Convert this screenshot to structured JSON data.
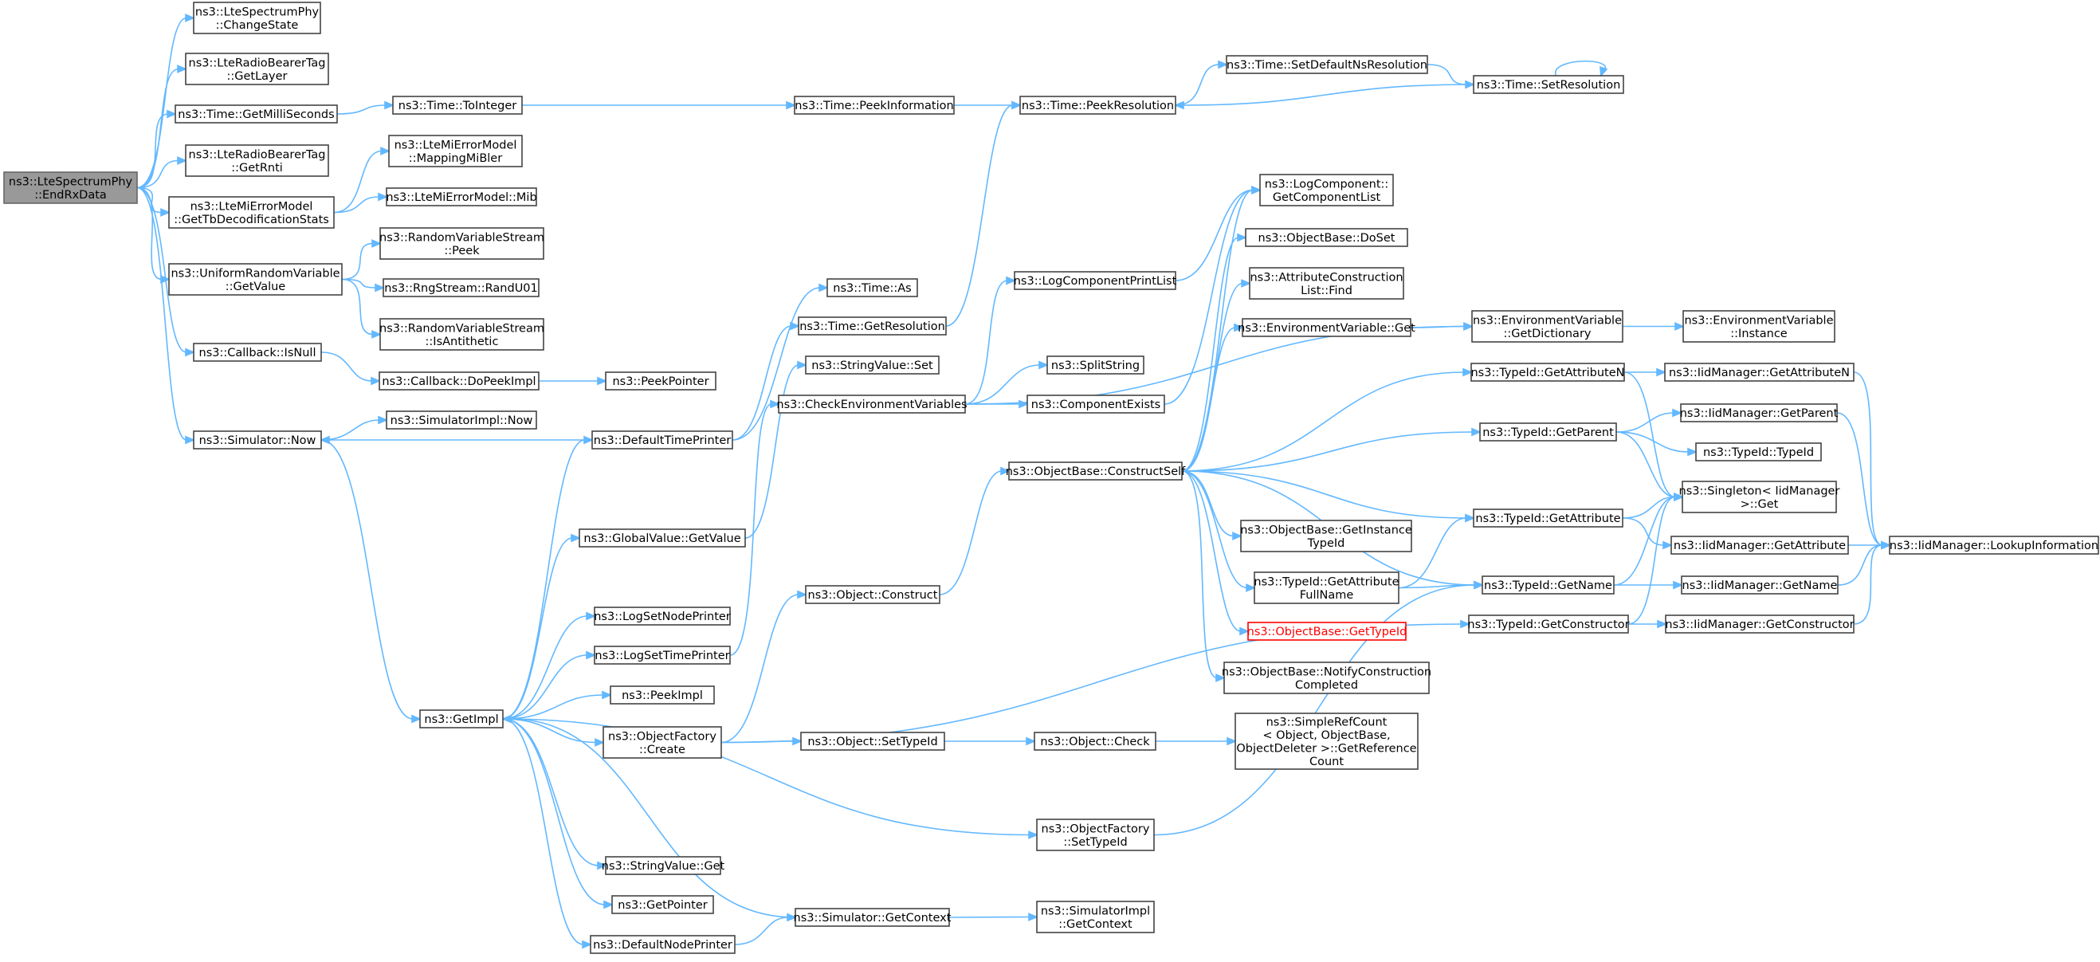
{
  "nodes": {
    "root": {
      "lines": [
        "ns3::LteSpectrumPhy",
        "::EndRxData"
      ],
      "style": "root"
    },
    "changeState": {
      "lines": [
        "ns3::LteSpectrumPhy",
        "::ChangeState"
      ]
    },
    "getLayer": {
      "lines": [
        "ns3::LteRadioBearerTag",
        "::GetLayer"
      ]
    },
    "getMilli": {
      "lines": [
        "ns3::Time::GetMilliSeconds"
      ]
    },
    "getRnti": {
      "lines": [
        "ns3::LteRadioBearerTag",
        "::GetRnti"
      ]
    },
    "getTbDecod": {
      "lines": [
        "ns3::LteMiErrorModel",
        "::GetTbDecodificationStats"
      ]
    },
    "uniformGetValue": {
      "lines": [
        "ns3::UniformRandomVariable",
        "::GetValue"
      ]
    },
    "cbIsNull": {
      "lines": [
        "ns3::Callback::IsNull"
      ]
    },
    "simNow": {
      "lines": [
        "ns3::Simulator::Now"
      ]
    },
    "toInteger": {
      "lines": [
        "ns3::Time::ToInteger"
      ]
    },
    "mappingMiBler": {
      "lines": [
        "ns3::LteMiErrorModel",
        "::MappingMiBler"
      ]
    },
    "mib": {
      "lines": [
        "ns3::LteMiErrorModel::Mib"
      ]
    },
    "rvsPeek": {
      "lines": [
        "ns3::RandomVariableStream",
        "::Peek"
      ]
    },
    "randU01": {
      "lines": [
        "ns3::RngStream::RandU01"
      ]
    },
    "isAntithetic": {
      "lines": [
        "ns3::RandomVariableStream",
        "::IsAntithetic"
      ]
    },
    "doPeekImpl": {
      "lines": [
        "ns3::Callback::DoPeekImpl"
      ]
    },
    "simImplNow": {
      "lines": [
        "ns3::SimulatorImpl::Now"
      ]
    },
    "getImpl": {
      "lines": [
        "ns3::GetImpl"
      ]
    },
    "peekPointer": {
      "lines": [
        "ns3::PeekPointer"
      ]
    },
    "timeAs": {
      "lines": [
        "ns3::Time::As"
      ]
    },
    "timeGetRes": {
      "lines": [
        "ns3::Time::GetResolution"
      ]
    },
    "strValSet": {
      "lines": [
        "ns3::StringValue::Set"
      ]
    },
    "checkEnv": {
      "lines": [
        "ns3::CheckEnvironmentVariables"
      ]
    },
    "defaultTimePrinter": {
      "lines": [
        "ns3::DefaultTimePrinter"
      ]
    },
    "globalGetValue": {
      "lines": [
        "ns3::GlobalValue::GetValue"
      ]
    },
    "logSetNodePrinter": {
      "lines": [
        "ns3::LogSetNodePrinter"
      ]
    },
    "logSetTimePrinter": {
      "lines": [
        "ns3::LogSetTimePrinter"
      ]
    },
    "peekImpl": {
      "lines": [
        "ns3::PeekImpl"
      ]
    },
    "objFactoryCreate": {
      "lines": [
        "ns3::ObjectFactory",
        "::Create"
      ]
    },
    "strValGet": {
      "lines": [
        "ns3::StringValue::Get"
      ]
    },
    "getPointer": {
      "lines": [
        "ns3::GetPointer"
      ]
    },
    "defaultNodePrinter": {
      "lines": [
        "ns3::DefaultNodePrinter"
      ]
    },
    "peekInformation": {
      "lines": [
        "ns3::Time::PeekInformation"
      ]
    },
    "objConstruct": {
      "lines": [
        "ns3::Object::Construct"
      ]
    },
    "objSetTypeId": {
      "lines": [
        "ns3::Object::SetTypeId"
      ]
    },
    "simGetContext": {
      "lines": [
        "ns3::Simulator::GetContext"
      ]
    },
    "peekResolution": {
      "lines": [
        "ns3::Time::PeekResolution"
      ]
    },
    "logCompPrintList": {
      "lines": [
        "ns3::LogComponentPrintList"
      ]
    },
    "splitString": {
      "lines": [
        "ns3::SplitString"
      ]
    },
    "componentExists": {
      "lines": [
        "ns3::ComponentExists"
      ]
    },
    "constructSelf": {
      "lines": [
        "ns3::ObjectBase::ConstructSelf"
      ]
    },
    "objCheck": {
      "lines": [
        "ns3::Object::Check"
      ]
    },
    "ofSetTypeId": {
      "lines": [
        "ns3::ObjectFactory",
        "::SetTypeId"
      ]
    },
    "simImplGetContext": {
      "lines": [
        "ns3::SimulatorImpl",
        "::GetContext"
      ]
    },
    "setDefaultNsRes": {
      "lines": [
        "ns3::Time::SetDefaultNsResolution"
      ]
    },
    "getCompList": {
      "lines": [
        "ns3::LogComponent::",
        "GetComponentList"
      ]
    },
    "doSet": {
      "lines": [
        "ns3::ObjectBase::DoSet"
      ]
    },
    "acFind": {
      "lines": [
        "ns3::AttributeConstruction",
        "List::Find"
      ]
    },
    "envGet": {
      "lines": [
        "ns3::EnvironmentVariable::Get"
      ]
    },
    "getInstanceTypeId": {
      "lines": [
        "ns3::ObjectBase::GetInstance",
        "TypeId"
      ]
    },
    "getAttrFullName": {
      "lines": [
        "ns3::TypeId::GetAttribute",
        "FullName"
      ]
    },
    "obGetTypeId": {
      "lines": [
        "ns3::ObjectBase::GetTypeId"
      ],
      "style": "red"
    },
    "notifyConstruction": {
      "lines": [
        "ns3::ObjectBase::NotifyConstruction",
        "Completed"
      ]
    },
    "simpleRefCount": {
      "lines": [
        "ns3::SimpleRefCount",
        "< Object, ObjectBase,",
        "ObjectDeleter >::GetReference",
        "Count"
      ]
    },
    "setResolution": {
      "lines": [
        "ns3::Time::SetResolution"
      ]
    },
    "envGetDict": {
      "lines": [
        "ns3::EnvironmentVariable",
        "::GetDictionary"
      ]
    },
    "tidGetAttrN": {
      "lines": [
        "ns3::TypeId::GetAttributeN"
      ]
    },
    "tidGetParent": {
      "lines": [
        "ns3::TypeId::GetParent"
      ]
    },
    "tidGetAttr": {
      "lines": [
        "ns3::TypeId::GetAttribute"
      ]
    },
    "tidGetName": {
      "lines": [
        "ns3::TypeId::GetName"
      ]
    },
    "tidGetConstructor": {
      "lines": [
        "ns3::TypeId::GetConstructor"
      ]
    },
    "envInstance": {
      "lines": [
        "ns3::EnvironmentVariable",
        "::Instance"
      ]
    },
    "iidGetAttrN": {
      "lines": [
        "ns3::IidManager::GetAttributeN"
      ]
    },
    "iidGetParent": {
      "lines": [
        "ns3::IidManager::GetParent"
      ]
    },
    "tidTypeId": {
      "lines": [
        "ns3::TypeId::TypeId"
      ]
    },
    "singletonGet": {
      "lines": [
        "ns3::Singleton< IidManager",
        ">::Get"
      ]
    },
    "iidGetAttr": {
      "lines": [
        "ns3::IidManager::GetAttribute"
      ]
    },
    "iidGetName": {
      "lines": [
        "ns3::IidManager::GetName"
      ]
    },
    "iidGetConstructor": {
      "lines": [
        "ns3::IidManager::GetConstructor"
      ]
    },
    "lookupInfo": {
      "lines": [
        "ns3::IidManager::LookupInformation"
      ]
    }
  },
  "edges": [
    [
      "root",
      "changeState"
    ],
    [
      "root",
      "getLayer"
    ],
    [
      "root",
      "getMilli"
    ],
    [
      "root",
      "getRnti"
    ],
    [
      "root",
      "getTbDecod"
    ],
    [
      "root",
      "uniformGetValue"
    ],
    [
      "root",
      "cbIsNull"
    ],
    [
      "root",
      "simNow"
    ],
    [
      "getMilli",
      "toInteger"
    ],
    [
      "toInteger",
      "peekInformation"
    ],
    [
      "peekInformation",
      "peekResolution"
    ],
    [
      "peekResolution",
      "setDefaultNsRes"
    ],
    [
      "setDefaultNsRes",
      "setResolution"
    ],
    [
      "setResolution",
      "peekResolution"
    ],
    [
      "setResolution",
      "setResolution"
    ],
    [
      "getTbDecod",
      "mappingMiBler"
    ],
    [
      "getTbDecod",
      "mib"
    ],
    [
      "uniformGetValue",
      "rvsPeek"
    ],
    [
      "uniformGetValue",
      "randU01"
    ],
    [
      "uniformGetValue",
      "isAntithetic"
    ],
    [
      "cbIsNull",
      "doPeekImpl"
    ],
    [
      "doPeekImpl",
      "peekPointer"
    ],
    [
      "simNow",
      "simImplNow"
    ],
    [
      "simNow",
      "getImpl"
    ],
    [
      "defaultTimePrinter",
      "simNow"
    ],
    [
      "defaultTimePrinter",
      "timeAs"
    ],
    [
      "defaultTimePrinter",
      "timeGetRes"
    ],
    [
      "timeGetRes",
      "peekResolution"
    ],
    [
      "getImpl",
      "defaultTimePrinter"
    ],
    [
      "getImpl",
      "globalGetValue"
    ],
    [
      "getImpl",
      "logSetNodePrinter"
    ],
    [
      "getImpl",
      "logSetTimePrinter"
    ],
    [
      "getImpl",
      "peekImpl"
    ],
    [
      "getImpl",
      "objFactoryCreate"
    ],
    [
      "getImpl",
      "ofSetTypeId"
    ],
    [
      "getImpl",
      "strValGet"
    ],
    [
      "getImpl",
      "getPointer"
    ],
    [
      "getImpl",
      "defaultNodePrinter"
    ],
    [
      "globalGetValue",
      "strValSet"
    ],
    [
      "logSetTimePrinter",
      "checkEnv"
    ],
    [
      "checkEnv",
      "logCompPrintList"
    ],
    [
      "checkEnv",
      "splitString"
    ],
    [
      "checkEnv",
      "componentExists"
    ],
    [
      "checkEnv",
      "envGetDict"
    ],
    [
      "logCompPrintList",
      "getCompList"
    ],
    [
      "componentExists",
      "getCompList"
    ],
    [
      "objFactoryCreate",
      "objConstruct"
    ],
    [
      "objFactoryCreate",
      "objSetTypeId"
    ],
    [
      "objFactoryCreate",
      "tidGetConstructor"
    ],
    [
      "objConstruct",
      "constructSelf"
    ],
    [
      "objSetTypeId",
      "objCheck"
    ],
    [
      "objCheck",
      "simpleRefCount"
    ],
    [
      "simGetContext",
      "getImpl"
    ],
    [
      "simGetContext",
      "simImplGetContext"
    ],
    [
      "defaultNodePrinter",
      "simGetContext"
    ],
    [
      "ofSetTypeId",
      "tidGetName"
    ],
    [
      "constructSelf",
      "getCompList"
    ],
    [
      "constructSelf",
      "doSet"
    ],
    [
      "constructSelf",
      "acFind"
    ],
    [
      "constructSelf",
      "envGet"
    ],
    [
      "constructSelf",
      "tidGetAttrN"
    ],
    [
      "constructSelf",
      "tidGetParent"
    ],
    [
      "constructSelf",
      "tidGetAttr"
    ],
    [
      "constructSelf",
      "tidGetName"
    ],
    [
      "constructSelf",
      "getInstanceTypeId"
    ],
    [
      "constructSelf",
      "getAttrFullName"
    ],
    [
      "constructSelf",
      "obGetTypeId"
    ],
    [
      "constructSelf",
      "notifyConstruction"
    ],
    [
      "envGet",
      "envGetDict"
    ],
    [
      "envGetDict",
      "envInstance"
    ],
    [
      "getAttrFullName",
      "tidGetAttr"
    ],
    [
      "getAttrFullName",
      "tidGetName"
    ],
    [
      "tidGetAttrN",
      "iidGetAttrN"
    ],
    [
      "tidGetAttrN",
      "singletonGet"
    ],
    [
      "tidGetParent",
      "iidGetParent"
    ],
    [
      "tidGetParent",
      "tidTypeId"
    ],
    [
      "tidGetParent",
      "singletonGet"
    ],
    [
      "tidGetAttr",
      "singletonGet"
    ],
    [
      "tidGetAttr",
      "iidGetAttr"
    ],
    [
      "tidGetName",
      "singletonGet"
    ],
    [
      "tidGetName",
      "iidGetName"
    ],
    [
      "tidGetConstructor",
      "singletonGet"
    ],
    [
      "tidGetConstructor",
      "iidGetConstructor"
    ],
    [
      "iidGetAttrN",
      "lookupInfo"
    ],
    [
      "iidGetParent",
      "lookupInfo"
    ],
    [
      "iidGetAttr",
      "lookupInfo"
    ],
    [
      "iidGetName",
      "lookupInfo"
    ],
    [
      "iidGetConstructor",
      "lookupInfo"
    ]
  ],
  "colors": {
    "edge": "#63b8ff",
    "root_fill": "#999999",
    "highlight": "#ff0000"
  }
}
